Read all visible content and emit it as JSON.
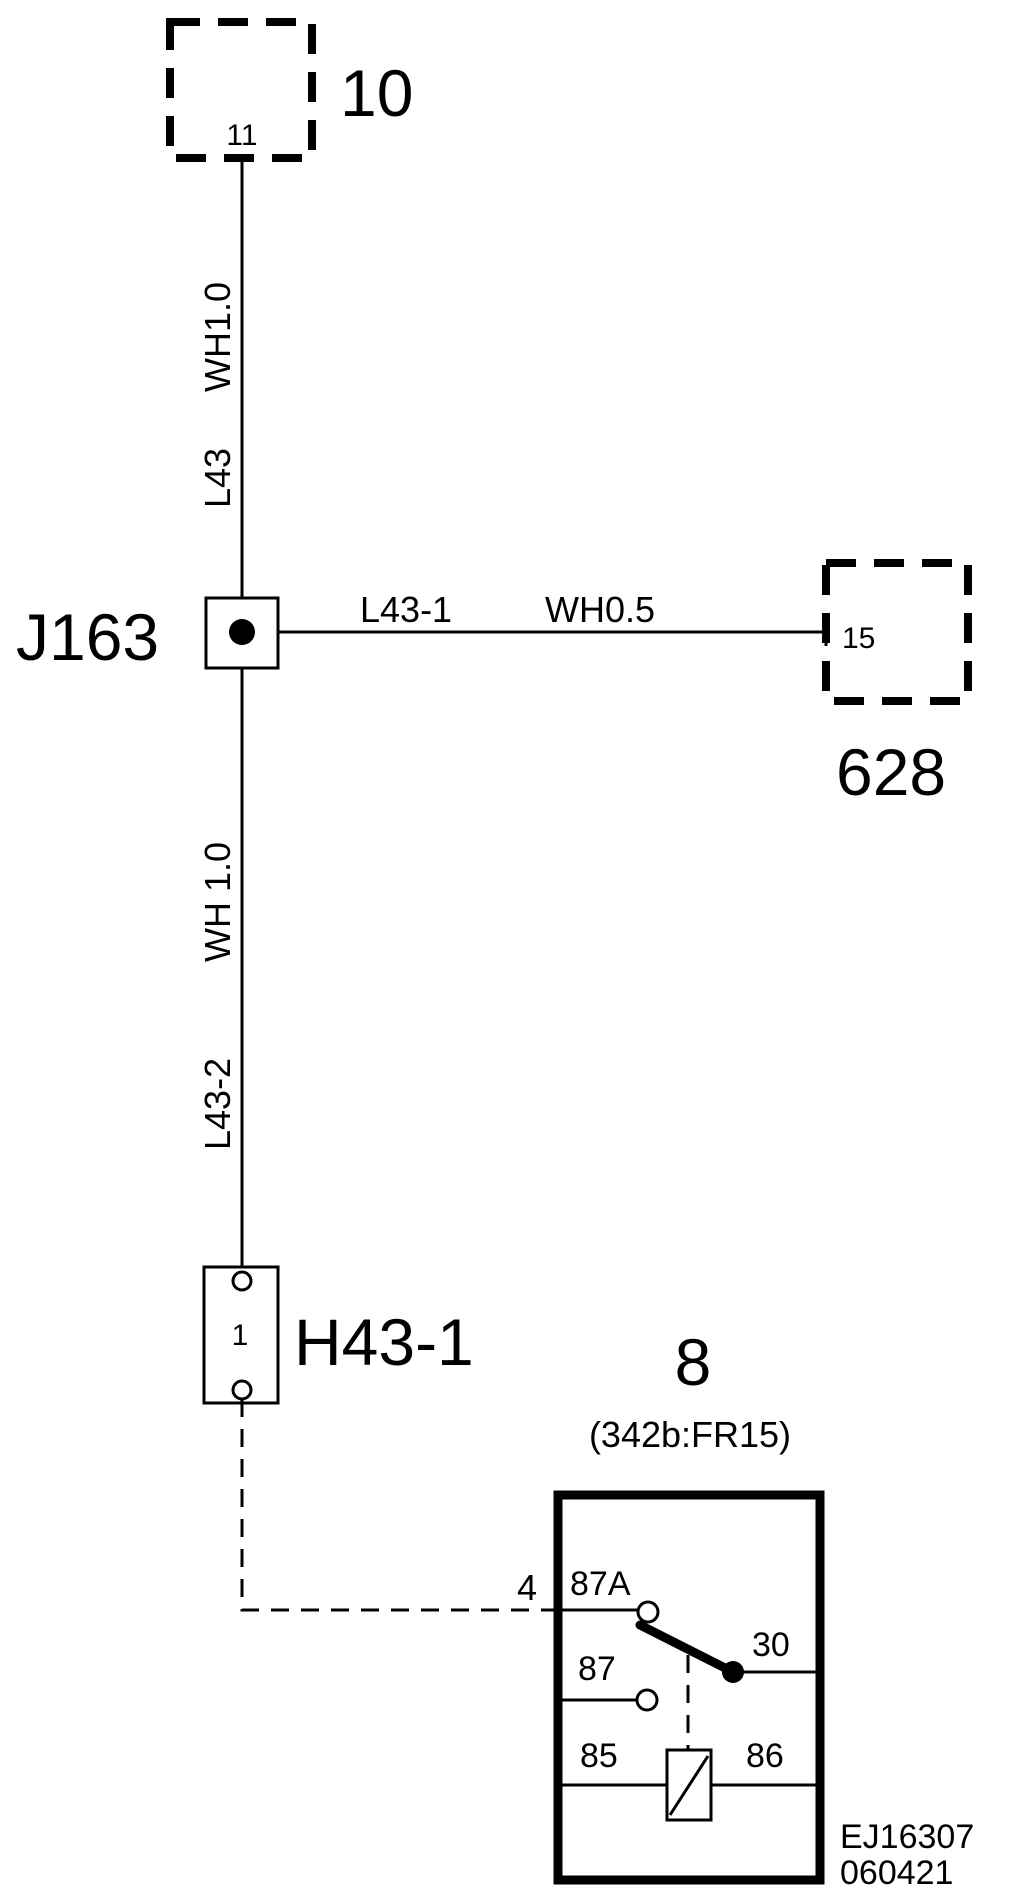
{
  "components": {
    "c10": {
      "label": "10",
      "pin": "11"
    },
    "c628": {
      "label": "628",
      "pin": "15"
    },
    "j163": {
      "label": "J163"
    },
    "h431": {
      "label": "H43-1",
      "pin": "1"
    },
    "relay": {
      "label": "8",
      "ref": "(342b:FR15)",
      "input_pin": "4",
      "terminals": {
        "t87a": "87A",
        "t87": "87",
        "t30": "30",
        "t85": "85",
        "t86": "86"
      }
    }
  },
  "wires": {
    "l43": {
      "id": "L43",
      "spec": "WH1.0"
    },
    "l431": {
      "id": "L43-1",
      "spec": "WH0.5"
    },
    "l432": {
      "id": "L43-2",
      "spec": "WH 1.0"
    }
  },
  "drawing_ref": {
    "line1": "EJ16307",
    "line2": "060421"
  }
}
